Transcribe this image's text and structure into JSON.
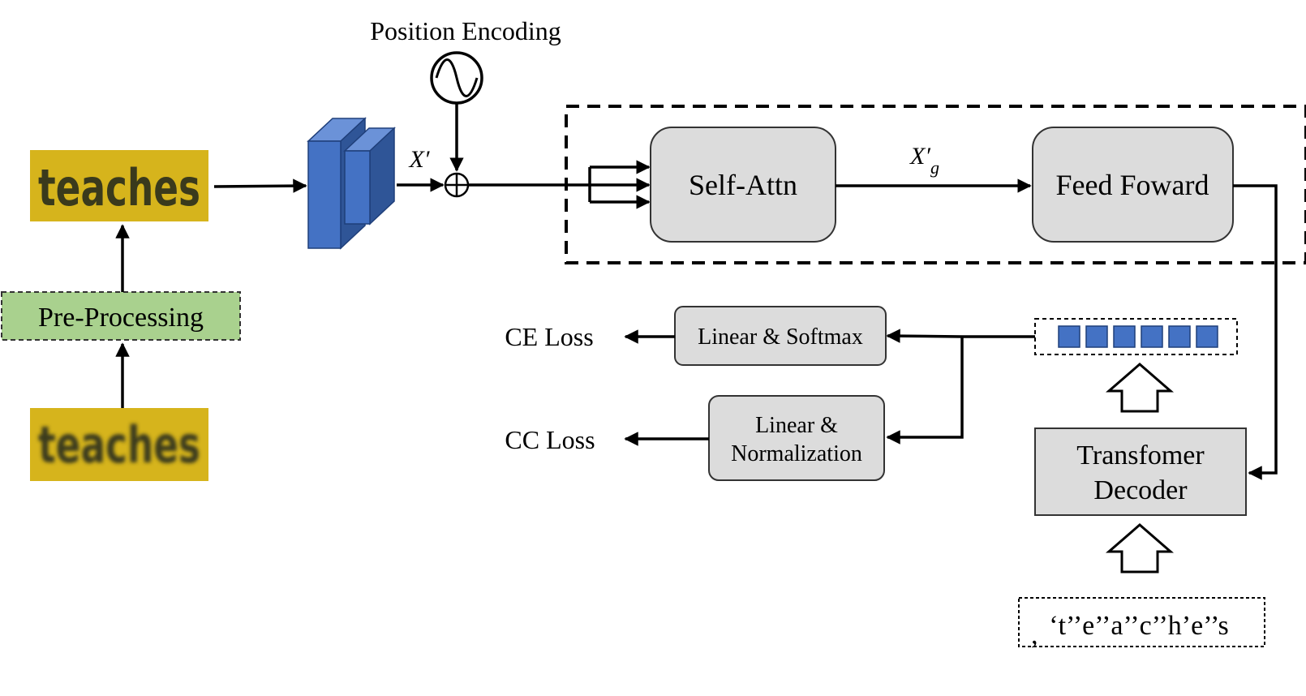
{
  "labels": {
    "position_encoding": "Position Encoding",
    "x_prime": "X′",
    "xg_prime_main": "X′",
    "xg_prime_sub": "g",
    "self_attn": "Self-Attn",
    "feed_forward": "Feed Foward",
    "pre_processing": "Pre-Processing",
    "linear_softmax": "Linear & Softmax",
    "linear_norm_line1": "Linear &",
    "linear_norm_line2": "Normalization",
    "ce_loss": "CE Loss",
    "cc_loss": "CC Loss",
    "decoder_line1": "Transfomer",
    "decoder_line2": "Decoder",
    "target_sequence_line1": "‘t’’e’’a’’c’’h’e’’s",
    "target_sequence_line2": "’",
    "clear_word": "teaches",
    "blurry_word": "teaches"
  },
  "token_count": 6,
  "colors": {
    "image_bg": "#d6b41c",
    "image_text": "#3a3a1c",
    "preprocess_fill": "#a9d18e",
    "node_fill": "#dcdcdc",
    "cnn_front": "#4472c4",
    "cnn_side": "#2f5597",
    "cnn_top": "#6b92d8",
    "token_fill": "#4472c4",
    "line": "#000000"
  }
}
